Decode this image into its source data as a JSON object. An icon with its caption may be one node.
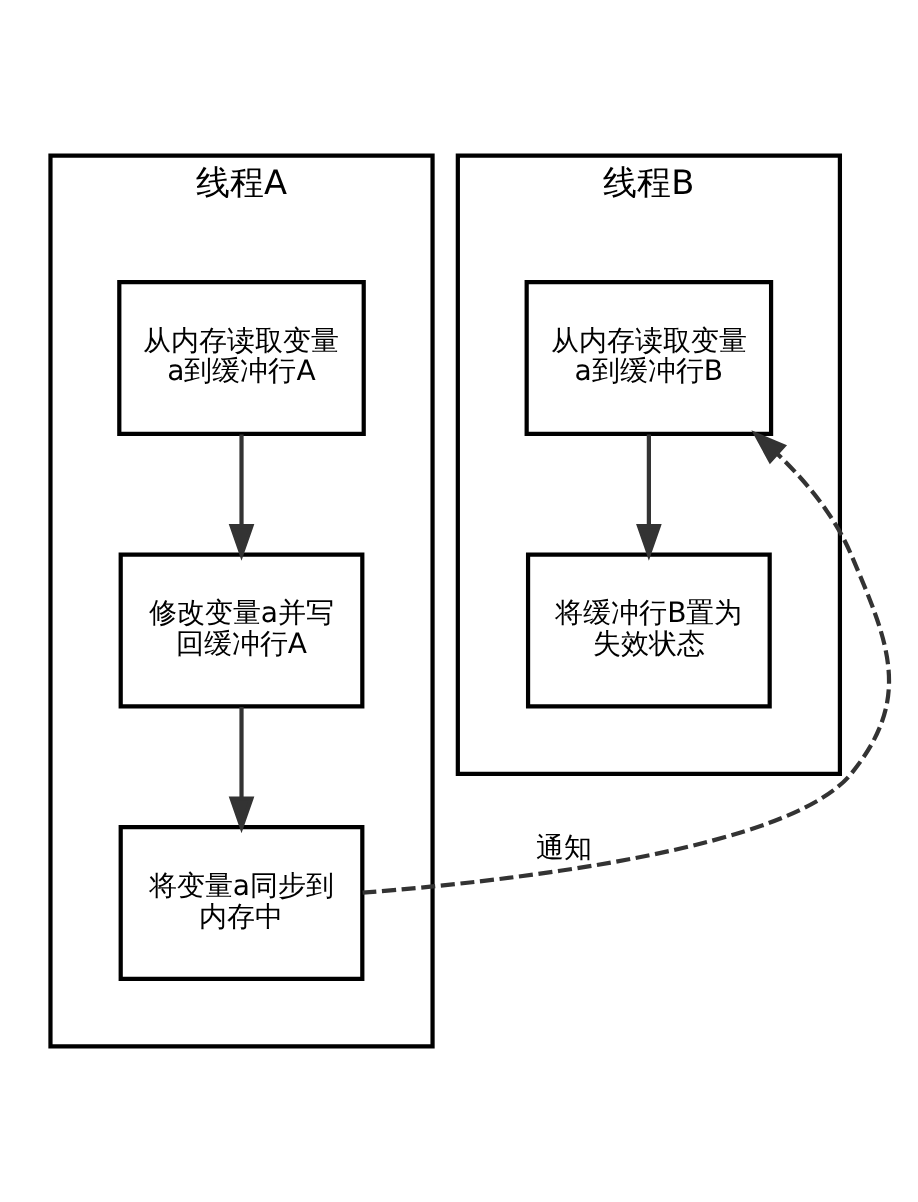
{
  "diagram": {
    "nodes": [
      {
        "text": [
          "线程A"
        ]
      },
      {
        "text": [
          "线程B"
        ]
      },
      {
        "text": [
          "从内存读取变量a到缓冲行A"
        ],
        "in": 0
      },
      {
        "text": [
          "修改变量a并写回缓冲行A"
        ],
        "in": 0
      },
      {
        "text": [
          "将变量a同步到内存中"
        ],
        "in": 0
      },
      {
        "text": [
          "从内存读取变量a到缓冲行B"
        ],
        "in": 1
      },
      {
        "text": [
          "将缓冲行B置为失效状态"
        ],
        "in": 1
      }
    ],
    "edges": [
      {
        "from": 2,
        "to": 3,
        "arrow": "to"
      },
      {
        "from": 3,
        "to": 4,
        "arrow": "to"
      },
      {
        "from": 4,
        "to": 5,
        "arrow": "to",
        "style": "dashed",
        "label": "通知"
      },
      {
        "from": 5,
        "to": 6,
        "arrow": "to"
      }
    ]
  }
}
